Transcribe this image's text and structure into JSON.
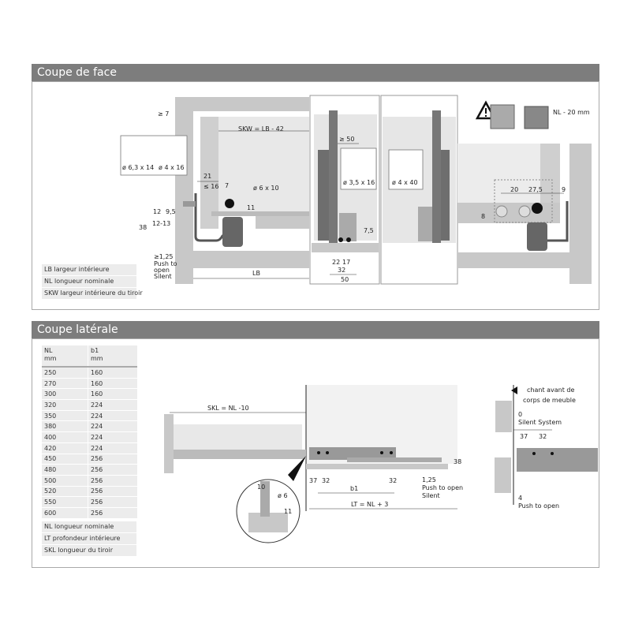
{
  "section1": {
    "title": "Coupe de face",
    "legend": [
      "LB largeur intérieure",
      "NL longueur nominale",
      "SKW largeur intérieure du tiroir"
    ],
    "labels": {
      "gap_top": "≥ 7",
      "skw": "SKW = LB - 42",
      "screw1": "ø 6,3 x 14",
      "screw2": "ø 4 x 16",
      "d21": "21",
      "d16": "≤ 16",
      "d7": "7",
      "hole": "ø 6 x 10",
      "d12": "12",
      "d95": "9,5",
      "d11": "11",
      "d38": "38",
      "d1213": "12-13",
      "d125": "≥1,25",
      "pto1": "Push to",
      "pto2": "open",
      "pto3": "Silent",
      "lb": "LB",
      "d50top": "≥ 50",
      "screw3": "ø 3,5 x 16",
      "screw4": "ø 4 x 40",
      "d75": "7,5",
      "d22": "22",
      "d17": "17",
      "d32": "32",
      "d50": "50",
      "nl20": "NL - 20 mm",
      "d20": "20",
      "d275": "27,5",
      "d9": "9",
      "d8": "8"
    }
  },
  "section2": {
    "title": "Coupe latérale",
    "table": {
      "headers": [
        [
          "NL",
          "mm"
        ],
        [
          "b1",
          "mm"
        ]
      ],
      "rows": [
        [
          "250",
          "160"
        ],
        [
          "270",
          "160"
        ],
        [
          "300",
          "160"
        ],
        [
          "320",
          "224"
        ],
        [
          "350",
          "224"
        ],
        [
          "380",
          "224"
        ],
        [
          "400",
          "224"
        ],
        [
          "420",
          "224"
        ],
        [
          "450",
          "256"
        ],
        [
          "480",
          "256"
        ],
        [
          "500",
          "256"
        ],
        [
          "520",
          "256"
        ],
        [
          "550",
          "256"
        ],
        [
          "600",
          "256"
        ]
      ]
    },
    "legend": [
      "NL longueur nominale",
      "LT profondeur intérieure",
      "SKL longueur du tiroir"
    ],
    "labels": {
      "skl": "SKL = NL -10",
      "d37": "37",
      "d32a": "32",
      "b1": "b1",
      "d32b": "32",
      "d38": "38",
      "d125": "1,25",
      "pto": "Push to open",
      "silent": "Silent",
      "lt": "LT = NL + 3",
      "m10": "10",
      "m6": "ø 6",
      "m11": "11",
      "chant1": "chant avant de",
      "chant2": "corps de meuble",
      "z0": "0",
      "silent_system": "Silent System",
      "r37": "37",
      "r32": "32",
      "r4": "4",
      "r_pto": "Push to open"
    }
  },
  "colors": {
    "header": "#7d7d7d",
    "panel": "#c8c8c8",
    "light": "#e8e8e8",
    "dark": "#555555"
  }
}
